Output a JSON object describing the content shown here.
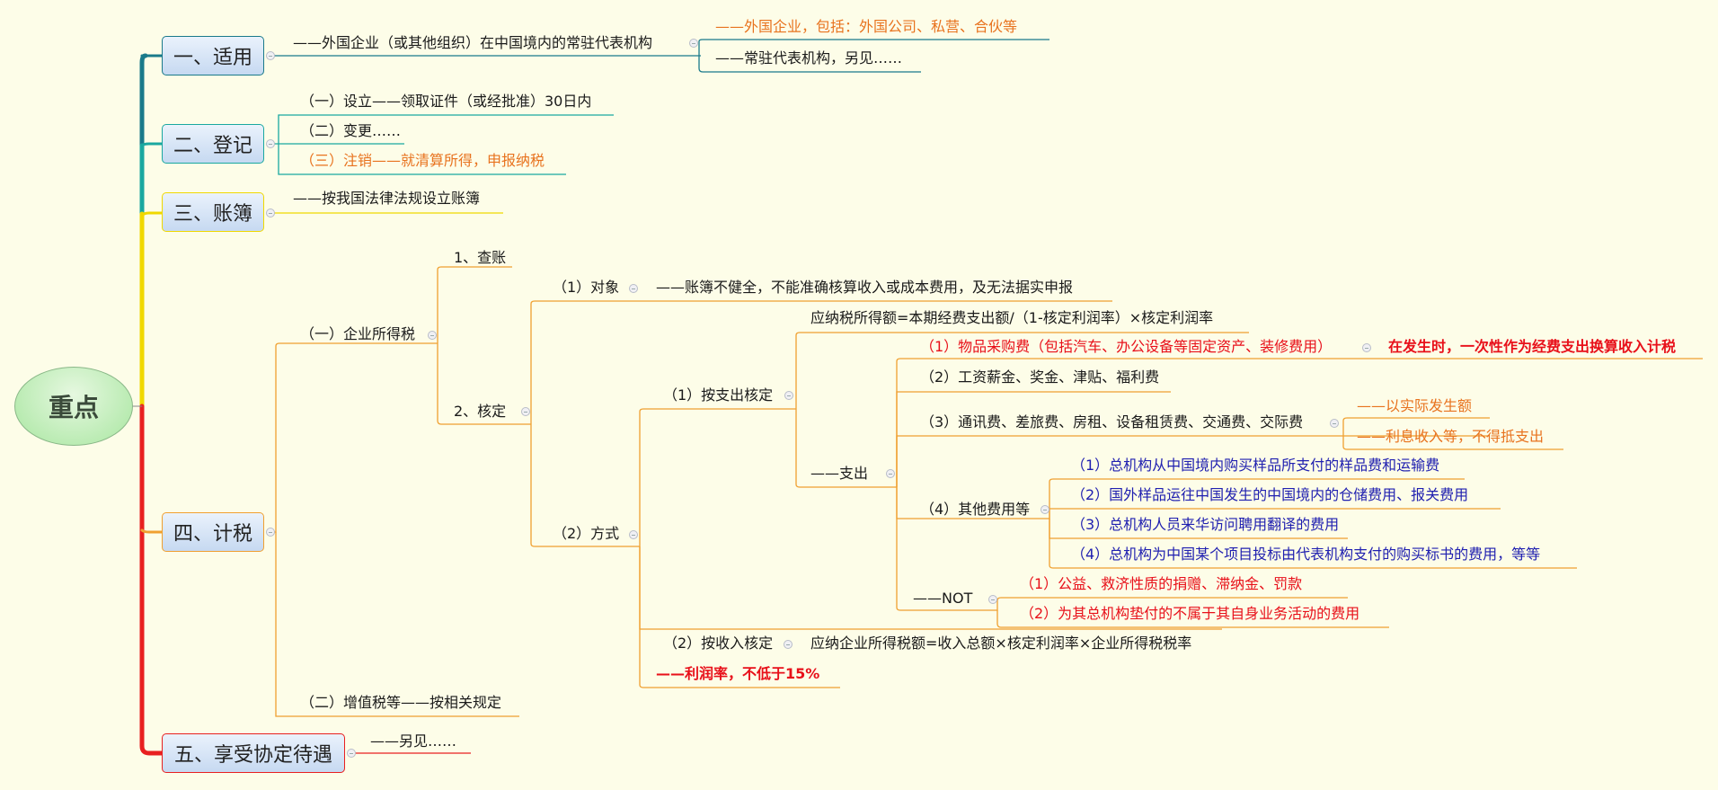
{
  "root": {
    "label": "重点",
    "color": "#a8e6a0"
  },
  "branches": [
    {
      "label": "一、适用",
      "color": "#1a7a8a",
      "children": [
        {
          "label": "——外国企业（或其他组织）在中国境内的常驻代表机构",
          "children": [
            {
              "label": "——外国企业，包括：外国公司、私营、合伙等",
              "color": "#e8731f"
            },
            {
              "label": "——常驻代表机构，另见……"
            }
          ]
        }
      ]
    },
    {
      "label": "二、登记",
      "color": "#1aa8a0",
      "children": [
        {
          "label": "（一）设立——领取证件（或经批准）30日内"
        },
        {
          "label": "（二）变更……"
        },
        {
          "label": "（三）注销——就清算所得，申报纳税",
          "color": "#e8731f"
        }
      ]
    },
    {
      "label": "三、账簿",
      "color": "#f0d800",
      "children": [
        {
          "label": "——按我国法律法规设立账簿"
        }
      ]
    },
    {
      "label": "四、计税",
      "color": "#f0a030",
      "children": [
        {
          "label": "（一）企业所得税",
          "children": [
            {
              "label": "1、查账"
            },
            {
              "label": "2、核定",
              "children": [
                {
                  "label": "（1）对象",
                  "children": [
                    {
                      "label": "——账簿不健全，不能准确核算收入或成本费用，及无法据实申报"
                    }
                  ]
                },
                {
                  "label": "（2）方式",
                  "children": [
                    {
                      "label": "（1）按支出核定",
                      "children": [
                        {
                          "label": "应纳税所得额=本期经费支出额/（1-核定利润率）×核定利润率"
                        },
                        {
                          "label": "——支出",
                          "children": [
                            {
                              "label": "（1）物品采购费（包括汽车、办公设备等固定资产、装修费用）",
                              "color": "#e8101a",
                              "children": [
                                {
                                  "label": "在发生时，一次性作为经费支出换算收入计税",
                                  "color": "#e8101a",
                                  "bold": true
                                }
                              ]
                            },
                            {
                              "label": "（2）工资薪金、奖金、津贴、福利费"
                            },
                            {
                              "label": "（3）通讯费、差旅费、房租、设备租赁费、交通费、交际费",
                              "children": [
                                {
                                  "label": "——以实际发生额",
                                  "color": "#e8731f"
                                },
                                {
                                  "label": "——利息收入等，不得抵支出",
                                  "color": "#e8731f"
                                }
                              ]
                            },
                            {
                              "label": "（4）其他费用等",
                              "children": [
                                {
                                  "label": "（1）总机构从中国境内购买样品所支付的样品费和运输费",
                                  "color": "#2020b0"
                                },
                                {
                                  "label": "（2）国外样品运往中国发生的中国境内的仓储费用、报关费用",
                                  "color": "#2020b0"
                                },
                                {
                                  "label": "（3）总机构人员来华访问聘用翻译的费用",
                                  "color": "#2020b0"
                                },
                                {
                                  "label": "（4）总机构为中国某个项目投标由代表机构支付的购买标书的费用，等等",
                                  "color": "#2020b0"
                                }
                              ]
                            },
                            {
                              "label": "——NOT",
                              "children": [
                                {
                                  "label": "（1）公益、救济性质的捐赠、滞纳金、罚款",
                                  "color": "#e8101a"
                                },
                                {
                                  "label": "（2）为其总机构垫付的不属于其自身业务活动的费用",
                                  "color": "#e8101a"
                                }
                              ]
                            }
                          ]
                        }
                      ]
                    },
                    {
                      "label": "（2）按收入核定",
                      "children": [
                        {
                          "label": "应纳企业所得税额=收入总额×核定利润率×企业所得税税率"
                        }
                      ]
                    },
                    {
                      "label": "——利润率，不低于15%",
                      "color": "#e8101a",
                      "bold": true
                    }
                  ]
                }
              ]
            }
          ]
        },
        {
          "label": "（二）增值税等——按相关规定"
        }
      ]
    },
    {
      "label": "五、享受协定待遇",
      "color": "#e82020",
      "children": [
        {
          "label": "——另见……"
        }
      ]
    }
  ]
}
